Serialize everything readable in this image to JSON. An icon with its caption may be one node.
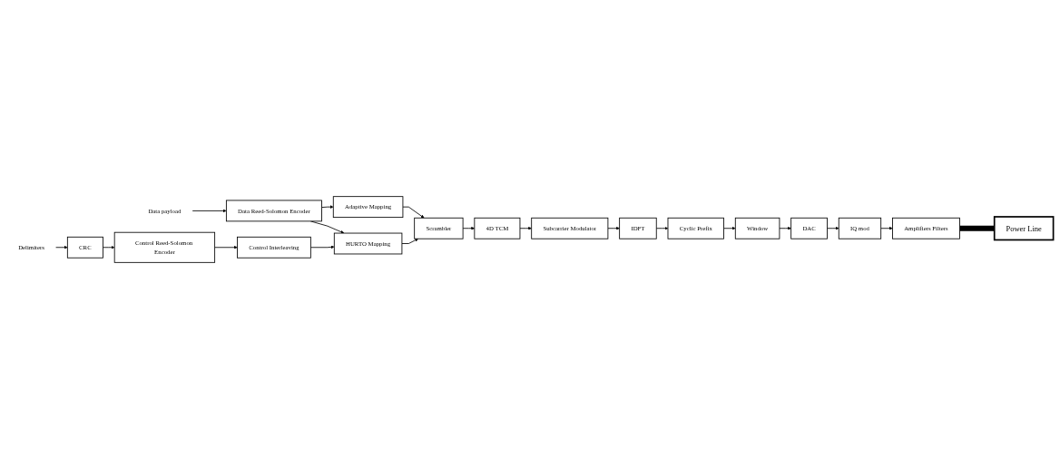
{
  "diagram": {
    "nodes": [
      {
        "text": [
          "Data payload"
        ]
      },
      {
        "text": [
          "Data Reed-Solomon Encoder"
        ]
      },
      {
        "text": [
          "Adaptive Mapping"
        ]
      },
      {
        "text": [
          "HURTO Mapping"
        ]
      },
      {
        "text": [
          "Delimiters"
        ]
      },
      {
        "text": [
          "CRC"
        ]
      },
      {
        "text": [
          "Control Reed-Solomon Encoder"
        ]
      },
      {
        "text": [
          "Control Interleaving"
        ]
      },
      {
        "text": [
          "Scrambler"
        ]
      },
      {
        "text": [
          "4D TCM"
        ]
      },
      {
        "text": [
          "Subcarrier Modulator"
        ]
      },
      {
        "text": [
          "IDFT"
        ]
      },
      {
        "text": [
          "Cyclic Prefix"
        ]
      },
      {
        "text": [
          "Window"
        ]
      },
      {
        "text": [
          "DAC"
        ]
      },
      {
        "text": [
          "IQ mod"
        ]
      },
      {
        "text": [
          "Amplifiers Filters"
        ]
      },
      {
        "text": [
          "Power Line"
        ]
      }
    ],
    "edges": [
      {
        "from": 0,
        "to": 1,
        "arrow": "to"
      },
      {
        "from": 1,
        "to": 2,
        "arrow": "to"
      },
      {
        "from": 1,
        "to": 3,
        "arrow": "to"
      },
      {
        "from": 4,
        "to": 5,
        "arrow": "to"
      },
      {
        "from": 5,
        "to": 6,
        "arrow": "to"
      },
      {
        "from": 6,
        "to": 7,
        "arrow": "to"
      },
      {
        "from": 7,
        "to": 3,
        "arrow": "to"
      },
      {
        "from": 2,
        "to": 8,
        "arrow": "to"
      },
      {
        "from": 3,
        "to": 8,
        "arrow": "to"
      },
      {
        "from": 8,
        "to": 9,
        "arrow": "to"
      },
      {
        "from": 9,
        "to": 10,
        "arrow": "to"
      },
      {
        "from": 10,
        "to": 11,
        "arrow": "to"
      },
      {
        "from": 11,
        "to": 12,
        "arrow": "to"
      },
      {
        "from": 12,
        "to": 13,
        "arrow": "to"
      },
      {
        "from": 13,
        "to": 14,
        "arrow": "to"
      },
      {
        "from": 14,
        "to": 15,
        "arrow": "to"
      },
      {
        "from": 15,
        "to": 16,
        "arrow": "to"
      },
      {
        "from": 16,
        "to": 17,
        "arrow": "none",
        "style": "thick"
      }
    ]
  }
}
